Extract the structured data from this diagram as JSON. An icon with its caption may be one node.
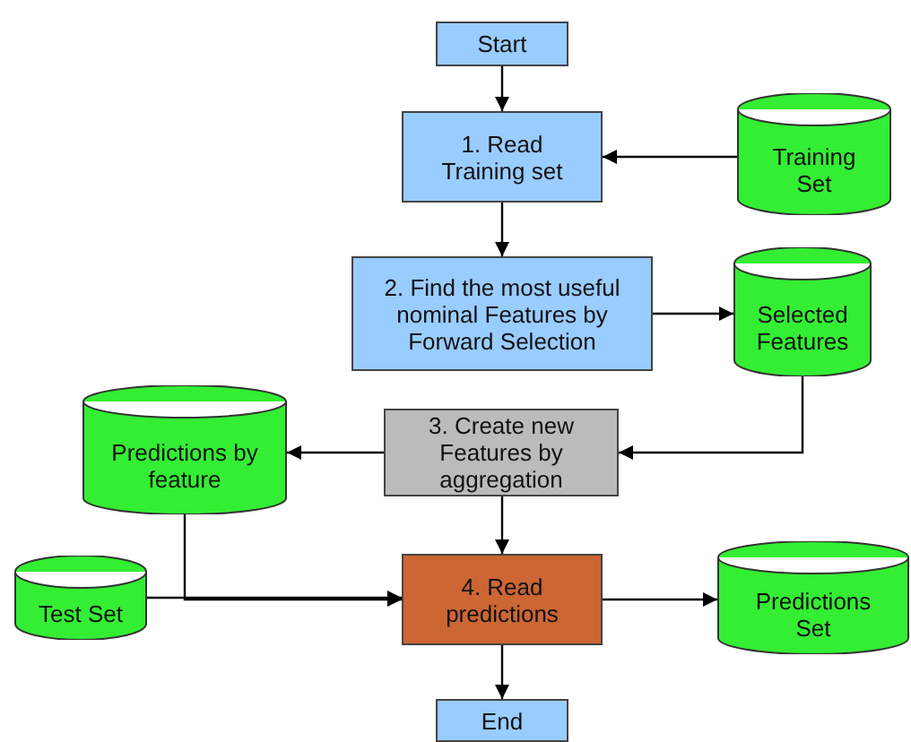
{
  "diagram": {
    "nodes": [
      {
        "text": [
          "Start"
        ]
      },
      {
        "text": [
          "1. Read Training set"
        ]
      },
      {
        "text": [
          "Training Set"
        ]
      },
      {
        "text": [
          "2. Find the most useful nominal Features by Forward Selection"
        ]
      },
      {
        "text": [
          "Selected Features"
        ]
      },
      {
        "text": [
          "Predictions by feature"
        ]
      },
      {
        "text": [
          "3. Create new Features by aggregation"
        ]
      },
      {
        "text": [
          "Test Set"
        ]
      },
      {
        "text": [
          "4. Read predictions"
        ]
      },
      {
        "text": [
          "Predictions Set"
        ]
      },
      {
        "text": [
          "End"
        ]
      }
    ],
    "edges": [
      {
        "from": 0,
        "to": 1,
        "arrow": "to"
      },
      {
        "from": 2,
        "to": 1,
        "arrow": "to"
      },
      {
        "from": 1,
        "to": 3,
        "arrow": "to"
      },
      {
        "from": 3,
        "to": 4,
        "arrow": "to"
      },
      {
        "from": 4,
        "to": 6,
        "arrow": "to"
      },
      {
        "from": 6,
        "to": 5,
        "arrow": "to"
      },
      {
        "from": 6,
        "to": 8,
        "arrow": "to"
      },
      {
        "from": 5,
        "to": 8,
        "arrow": "to"
      },
      {
        "from": 7,
        "to": 8,
        "arrow": "to"
      },
      {
        "from": 8,
        "to": 9,
        "arrow": "to"
      },
      {
        "from": 8,
        "to": 10,
        "arrow": "to"
      }
    ]
  }
}
